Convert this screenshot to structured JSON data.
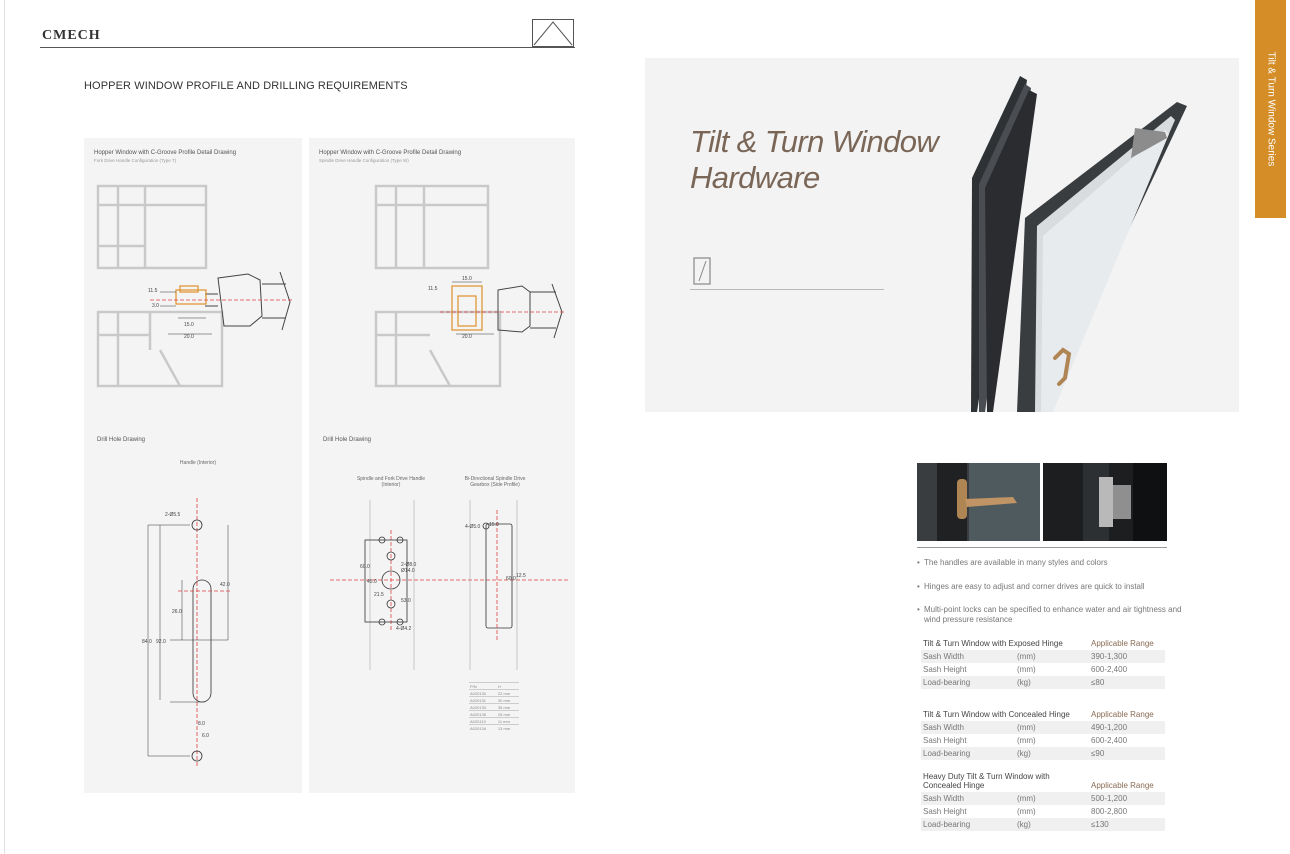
{
  "brand": "CMECH",
  "section_title": "HOPPER WINDOW PROFILE AND DRILLING REQUIREMENTS",
  "panels": {
    "left": {
      "title": "Hopper Window with C-Groove Profile Detail Drawing",
      "subtitle": "Fork Drive Handle Configuration (Type T)",
      "drill_title": "Drill Hole Drawing",
      "drill_label": "Handle (Interior)",
      "dims": {
        "d1": "11.5",
        "d2": "3.0",
        "d3": "15.0",
        "d4": "20.0",
        "d5": "2-Ø5.5",
        "d6": "42.0",
        "d7": "26.0",
        "d8": "84.0",
        "d9": "92.0",
        "d10": "8.0",
        "d11": "6.0"
      }
    },
    "right": {
      "title": "Hopper Window with C-Groove Profile Detail Drawing",
      "subtitle": "Spindle Drive Handle Configuration (Type W)",
      "drill_title": "Drill Hole Drawing",
      "label_a": "Spindle and Fork Drive Handle (Interior)",
      "label_b": "Bi-Directional Spindle Drive Gearbox (Side Profile)",
      "dims": {
        "d1": "15.0",
        "d2": "11.5",
        "d3": "20.0",
        "d4": "4-Ø5.0",
        "d5": "15.0",
        "d6": "60.0",
        "d7": "2-Ø8.0",
        "d8": "Ø14.0",
        "d9": "21.5",
        "d10": "45.0",
        "d11": "53.0",
        "d12": "4-Ø4.2",
        "d13": "60.0",
        "d14": "12.5"
      },
      "table": {
        "headers": [
          "P/N",
          "H"
        ],
        "rows": [
          [
            "A020130",
            "22 mm"
          ],
          [
            "A020131",
            "30 mm"
          ],
          [
            "A020133",
            "35 mm"
          ],
          [
            "A020135",
            "25 mm"
          ],
          [
            "A020119",
            "11 mm"
          ],
          [
            "A020134",
            "13 mm"
          ]
        ]
      }
    }
  },
  "hero": {
    "title": "Tilt & Turn Window\nHardware"
  },
  "side_tab": "Tilt & Turn Window Series",
  "bullets": [
    "The handles are available in many styles and colors",
    "Hinges are easy to adjust and corner drives are quick to install",
    "Multi-point locks can be specified to enhance water and air tightness and wind pressure resistance"
  ],
  "specs": [
    {
      "title": "Tilt & Turn Window with Exposed Hinge",
      "range_label": "Applicable Range",
      "rows": [
        {
          "name": "Sash Width",
          "unit": "(mm)",
          "value": "390-1,300"
        },
        {
          "name": "Sash Height",
          "unit": "(mm)",
          "value": "600-2,400"
        },
        {
          "name": "Load-bearing",
          "unit": "(kg)",
          "value": "≤80"
        }
      ]
    },
    {
      "title": "Tilt & Turn Window with Concealed Hinge",
      "range_label": "Applicable Range",
      "rows": [
        {
          "name": "Sash Width",
          "unit": "(mm)",
          "value": "490-1,200"
        },
        {
          "name": "Sash Height",
          "unit": "(mm)",
          "value": "600-2,400"
        },
        {
          "name": "Load-bearing",
          "unit": "(kg)",
          "value": "≤90"
        }
      ]
    },
    {
      "title": "Heavy Duty Tilt & Turn Window with Concealed Hinge",
      "range_label": "Applicable Range",
      "rows": [
        {
          "name": "Sash Width",
          "unit": "(mm)",
          "value": "500-1,200"
        },
        {
          "name": "Sash Height",
          "unit": "(mm)",
          "value": "800-2,800"
        },
        {
          "name": "Load-bearing",
          "unit": "(kg)",
          "value": "≤130"
        }
      ]
    }
  ],
  "colors": {
    "accent": "#d58d27",
    "hero_text": "#7a6657",
    "drawing_orange": "#e0902a",
    "centerline": "#e04040"
  }
}
